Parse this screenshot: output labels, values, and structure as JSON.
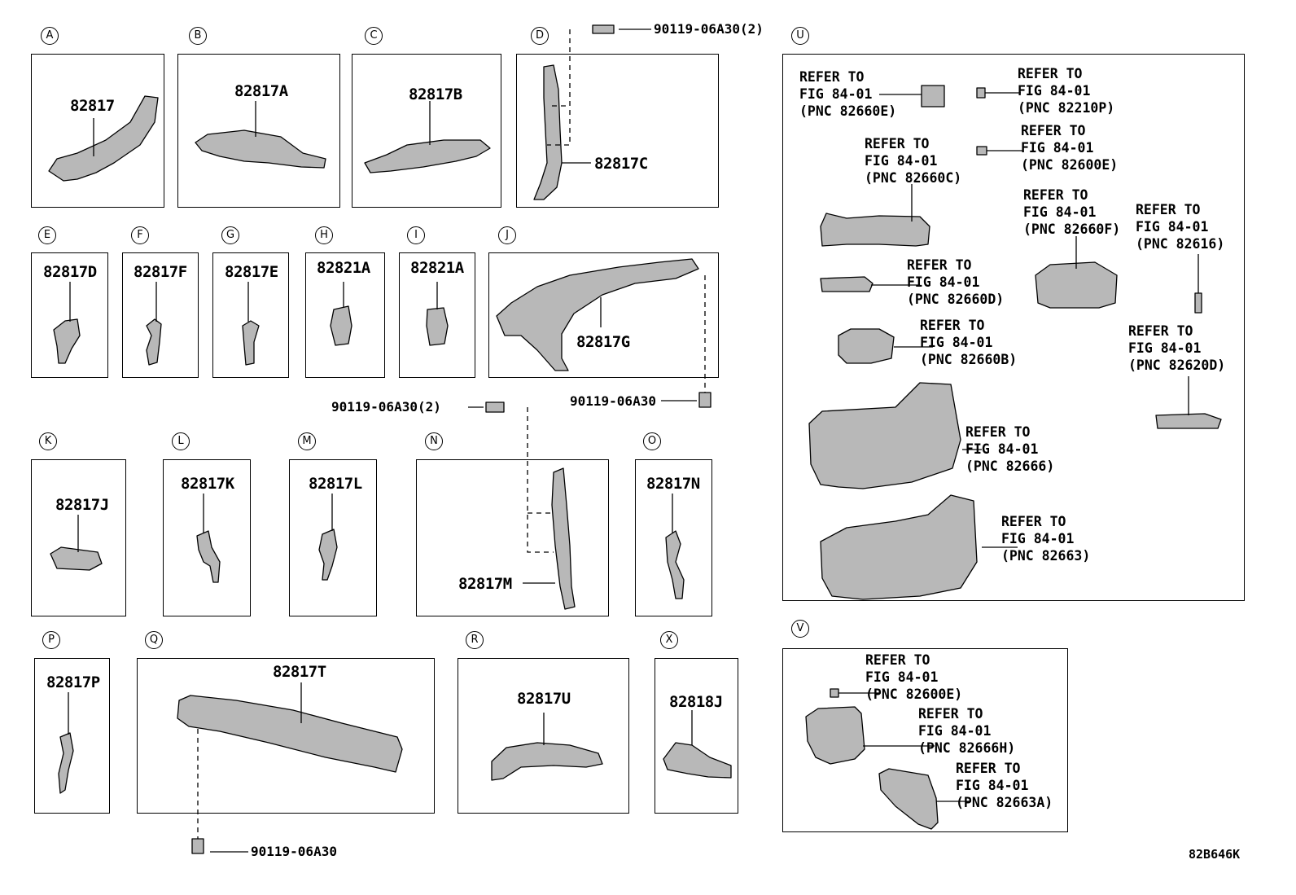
{
  "sections": [
    {
      "letter": "A",
      "part": "82817"
    },
    {
      "letter": "B",
      "part": "82817A"
    },
    {
      "letter": "C",
      "part": "82817B"
    },
    {
      "letter": "D",
      "part": "82817C"
    },
    {
      "letter": "E",
      "part": "82817D"
    },
    {
      "letter": "F",
      "part": "82817F"
    },
    {
      "letter": "G",
      "part": "82817E"
    },
    {
      "letter": "H",
      "part": "82821A"
    },
    {
      "letter": "I",
      "part": "82821A"
    },
    {
      "letter": "J",
      "part": "82817G"
    },
    {
      "letter": "K",
      "part": "82817J"
    },
    {
      "letter": "L",
      "part": "82817K"
    },
    {
      "letter": "M",
      "part": "82817L"
    },
    {
      "letter": "N",
      "part": "82817M"
    },
    {
      "letter": "O",
      "part": "82817N"
    },
    {
      "letter": "P",
      "part": "82817P"
    },
    {
      "letter": "Q",
      "part": "82817T"
    },
    {
      "letter": "R",
      "part": "82817U"
    },
    {
      "letter": "X",
      "part": "82818J"
    },
    {
      "letter": "U",
      "part": ""
    },
    {
      "letter": "V",
      "part": ""
    }
  ],
  "bolts": {
    "d": "90119-06A30(2)",
    "j": "90119-06A30",
    "n": "90119-06A30(2)",
    "q": "90119-06A30"
  },
  "refer_u": [
    {
      "l1": "REFER TO",
      "l2": "FIG 84-01",
      "l3": "(PNC 82660E)"
    },
    {
      "l1": "REFER TO",
      "l2": "FIG 84-01",
      "l3": "(PNC 82210P)"
    },
    {
      "l1": "REFER TO",
      "l2": "FIG 84-01",
      "l3": "(PNC 82660C)"
    },
    {
      "l1": "REFER TO",
      "l2": "FIG 84-01",
      "l3": "(PNC 82600E)"
    },
    {
      "l1": "REFER TO",
      "l2": "FIG 84-01",
      "l3": "(PNC 82660F)"
    },
    {
      "l1": "REFER TO",
      "l2": "FIG 84-01",
      "l3": "(PNC 82616)"
    },
    {
      "l1": "REFER TO",
      "l2": "FIG 84-01",
      "l3": "(PNC 82660D)"
    },
    {
      "l1": "REFER TO",
      "l2": "FIG 84-01",
      "l3": "(PNC 82660B)"
    },
    {
      "l1": "REFER TO",
      "l2": "FIG 84-01",
      "l3": "(PNC 82620D)"
    },
    {
      "l1": "REFER TO",
      "l2": "FIG 84-01",
      "l3": "(PNC 82666)"
    },
    {
      "l1": "REFER TO",
      "l2": "FIG 84-01",
      "l3": "(PNC 82663)"
    }
  ],
  "refer_v": [
    {
      "l1": "REFER TO",
      "l2": "FIG 84-01",
      "l3": "(PNC 82600E)"
    },
    {
      "l1": "REFER TO",
      "l2": "FIG 84-01",
      "l3": "(PNC 82666H)"
    },
    {
      "l1": "REFER TO",
      "l2": "FIG 84-01",
      "l3": "(PNC 82663A)"
    }
  ],
  "diagram_code": "82B646K"
}
